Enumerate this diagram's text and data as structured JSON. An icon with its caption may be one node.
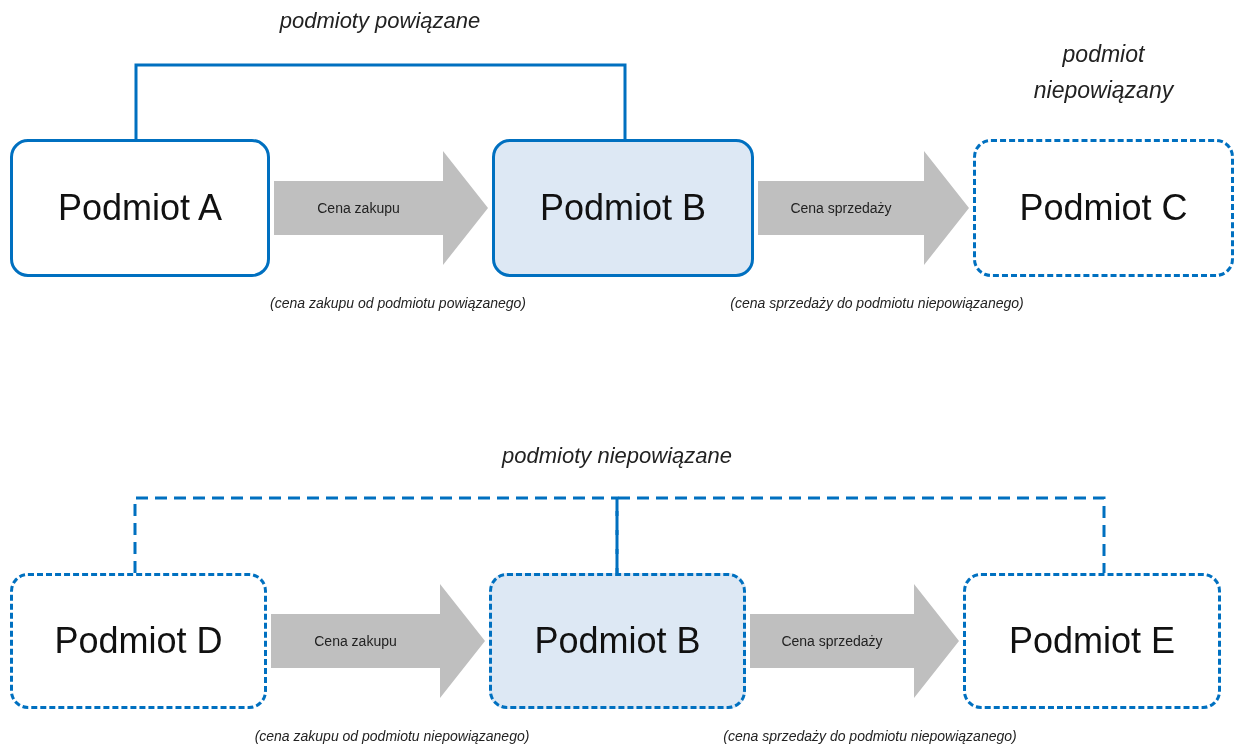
{
  "diagram": {
    "nodes": [
      {
        "text": [
          "Podmiot A"
        ]
      },
      {
        "text": [
          "Podmiot B"
        ]
      },
      {
        "text": [
          "Podmiot C"
        ],
        "beside": [
          "podmiot niepowiązany"
        ]
      },
      {
        "text": [
          "Podmiot D"
        ]
      },
      {
        "text": [
          "Podmiot B"
        ]
      },
      {
        "text": [
          "Podmiot E"
        ]
      }
    ],
    "edges": [
      {
        "from": 0,
        "to": 1,
        "arrow": "to",
        "label": "Cena zakupu",
        "style": "thick",
        "color": "#bfbfbf"
      },
      {
        "from": 1,
        "to": 2,
        "arrow": "to",
        "label": "Cena sprzedaży",
        "style": "thick",
        "color": "#bfbfbf"
      },
      {
        "from": 0,
        "to": 1,
        "arrow": "none",
        "color": "#0070c0"
      },
      {
        "from": 3,
        "to": 4,
        "arrow": "to",
        "label": "Cena zakupu",
        "style": "thick",
        "color": "#bfbfbf"
      },
      {
        "from": 4,
        "to": 5,
        "arrow": "to",
        "label": "Cena sprzedaży",
        "style": "thick",
        "color": "#bfbfbf"
      },
      {
        "from": 3,
        "to": 4,
        "arrow": "none",
        "style": "dashed",
        "color": "#0070c0"
      },
      {
        "from": 4,
        "to": 5,
        "arrow": "none",
        "style": "dashed",
        "color": "#0070c0"
      }
    ],
    "labels": [
      "podmioty powiązane",
      "(cena zakupu od podmiotu powiązanego)",
      "(cena sprzedaży do podmiotu niepowiązanego)",
      "podmioty niepowiązane",
      "(cena zakupu od podmiotu niepowiązanego)",
      "(cena sprzedaży do podmiotu niepowiązanego)"
    ]
  }
}
